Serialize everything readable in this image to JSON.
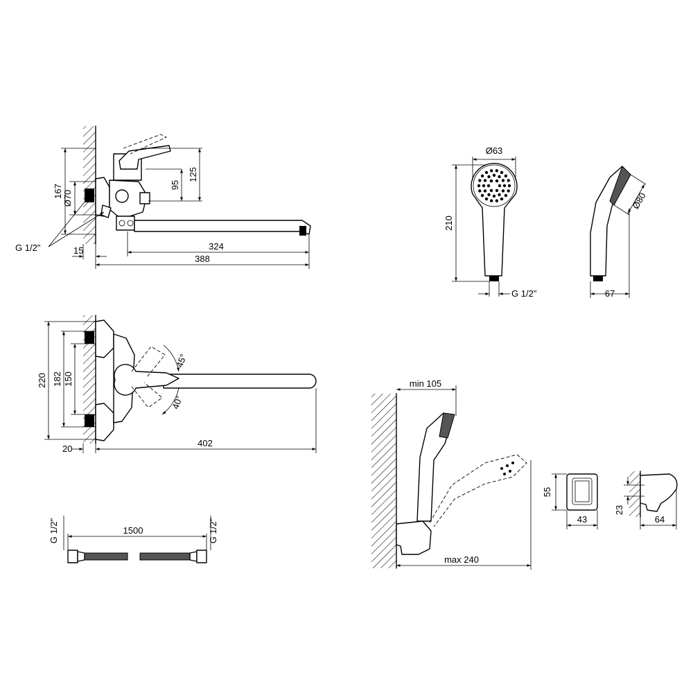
{
  "faucet_side": {
    "dim_167": "167",
    "dim_d70": "Ø70",
    "dim_95": "95",
    "dim_125": "125",
    "thread": "G 1/2\"",
    "dim_15": "15",
    "dim_324": "324",
    "dim_388": "388"
  },
  "faucet_top": {
    "dim_220": "220",
    "dim_182": "182",
    "dim_150": "150",
    "angle_45": "45°",
    "angle_40": "40°",
    "dim_20": "20",
    "dim_402": "402"
  },
  "hose": {
    "thread_left": "G 1/2\"",
    "thread_right": "G 1/2\"",
    "length": "1500"
  },
  "hand_shower": {
    "dim_d63": "Ø63",
    "dim_210": "210",
    "thread": "G 1/2\"",
    "dim_d80": "Ø80",
    "dim_67": "67"
  },
  "holder": {
    "dim_min105": "min 105",
    "dim_max240": "max 240",
    "dim_55": "55",
    "dim_43": "43",
    "dim_23": "23",
    "dim_64": "64"
  }
}
